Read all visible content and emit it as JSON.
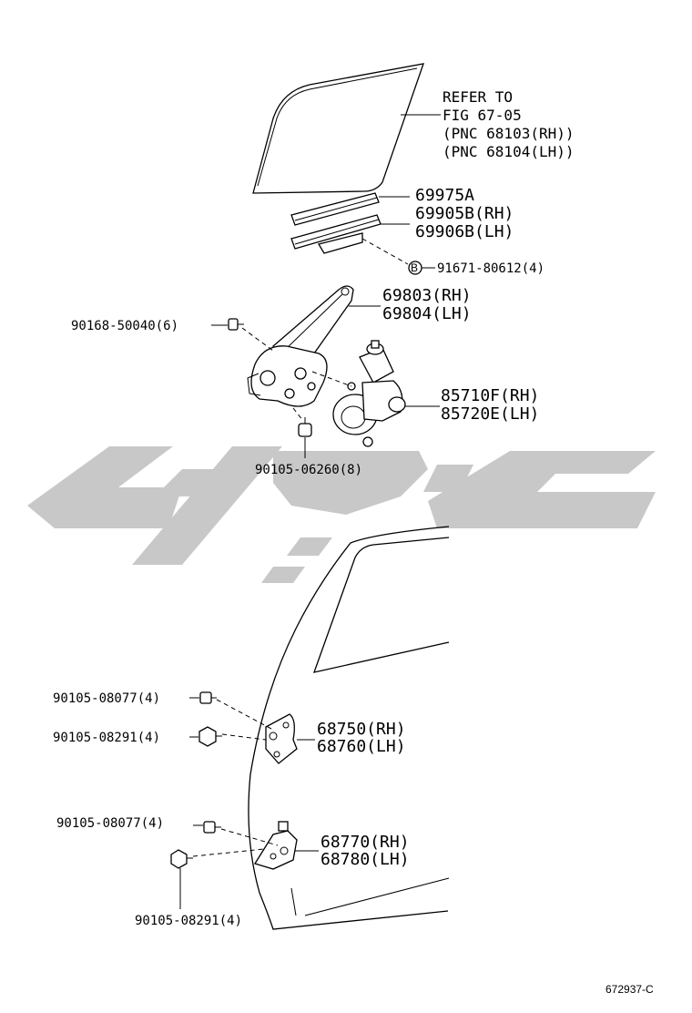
{
  "refer": {
    "line1": "REFER TO",
    "line2": "FIG 67-05",
    "line3": "(PNC 68103(RH))",
    "line4": "(PNC 68104(LH))"
  },
  "parts": {
    "p69975a": "69975A",
    "p69905b": "69905B(RH)",
    "p69906b": "69906B(LH)",
    "clip_marker": "B",
    "p91671": "91671-80612(4)",
    "p69803": "69803(RH)",
    "p69804": "69804(LH)",
    "p90168": "90168-50040(6)",
    "p85710f": "85710F(RH)",
    "p85720e": "85720E(LH)",
    "p90105_06260": "90105-06260(8)",
    "p90105_08077_a": "90105-08077(4)",
    "p90105_08291_a": "90105-08291(4)",
    "p68750": "68750(RH)",
    "p68760": "68760(LH)",
    "p90105_08077_b": "90105-08077(4)",
    "p68770": "68770(RH)",
    "p68780": "68780(LH)",
    "p90105_08291_b": "90105-08291(4)"
  },
  "figure_id": "672937-C"
}
